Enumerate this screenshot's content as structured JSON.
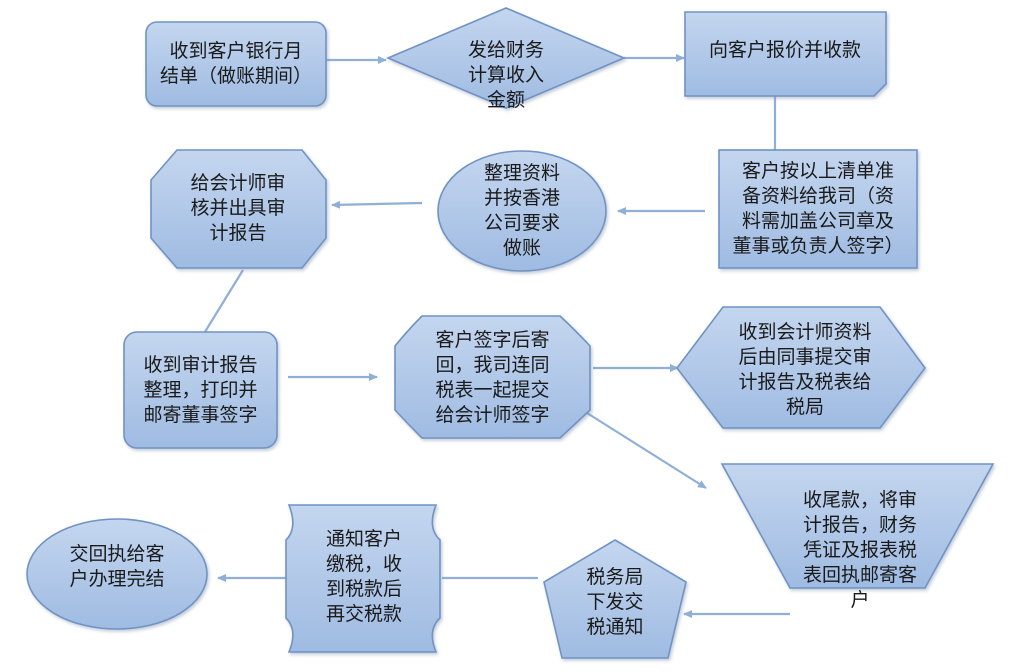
{
  "nodes": [
    {
      "id": "n1",
      "shape": "rounded-rectangle",
      "text": "收到客户银行月\n结单（做账期间）"
    },
    {
      "id": "n2",
      "shape": "diamond",
      "text": "发给财务\n计算收入\n金额"
    },
    {
      "id": "n3",
      "shape": "folded-corner-rectangle",
      "text": "向客户报价并收款"
    },
    {
      "id": "n4",
      "shape": "rectangle",
      "text": "客户按以上清单准\n备资料给我司（资\n料需加盖公司章及\n董事或负责人签字）"
    },
    {
      "id": "n5",
      "shape": "ellipse",
      "text": "整理资料\n并按香港\n公司要求\n做账"
    },
    {
      "id": "n6",
      "shape": "octagon",
      "text": "给会计师审\n核并出具审\n计报告"
    },
    {
      "id": "n7",
      "shape": "rounded-rectangle",
      "text": "收到审计报告\n整理，打印并\n邮寄董事签字"
    },
    {
      "id": "n8",
      "shape": "rounded-octagon",
      "text": "客户签字后寄\n回，我司连同\n税表一起提交\n给会计师签字"
    },
    {
      "id": "n9",
      "shape": "hexagon",
      "text": "收到会计师资料\n后由同事提交审\n计报告及税表给\n税局"
    },
    {
      "id": "n10",
      "shape": "trapezoid",
      "text": "收尾款，将审\n计报告，财务\n凭证及报表税\n表回执邮寄客\n户"
    },
    {
      "id": "n11",
      "shape": "pentagon",
      "text": "税务局\n下发交\n税通知"
    },
    {
      "id": "n12",
      "shape": "concave-rectangle",
      "text": "通知客户\n缴税，收\n到税款后\n再交税款"
    },
    {
      "id": "n13",
      "shape": "ellipse",
      "text": "交回执给客\n户办理完结"
    }
  ],
  "edges": [
    {
      "from": "n1",
      "to": "n2"
    },
    {
      "from": "n2",
      "to": "n3"
    },
    {
      "from": "n3",
      "to": "n4"
    },
    {
      "from": "n4",
      "to": "n5"
    },
    {
      "from": "n5",
      "to": "n6"
    },
    {
      "from": "n6",
      "to": "n7"
    },
    {
      "from": "n7",
      "to": "n8"
    },
    {
      "from": "n8",
      "to": "n9"
    },
    {
      "from": "n8",
      "to": "n10"
    },
    {
      "from": "n10",
      "to": "n11"
    },
    {
      "from": "n11",
      "to": "n12"
    },
    {
      "from": "n12",
      "to": "n13"
    }
  ],
  "colors": {
    "fill": "#aec6e8",
    "stroke": "#6f93c4",
    "connector": "#8fafd6",
    "text": "#1a1a1a"
  }
}
